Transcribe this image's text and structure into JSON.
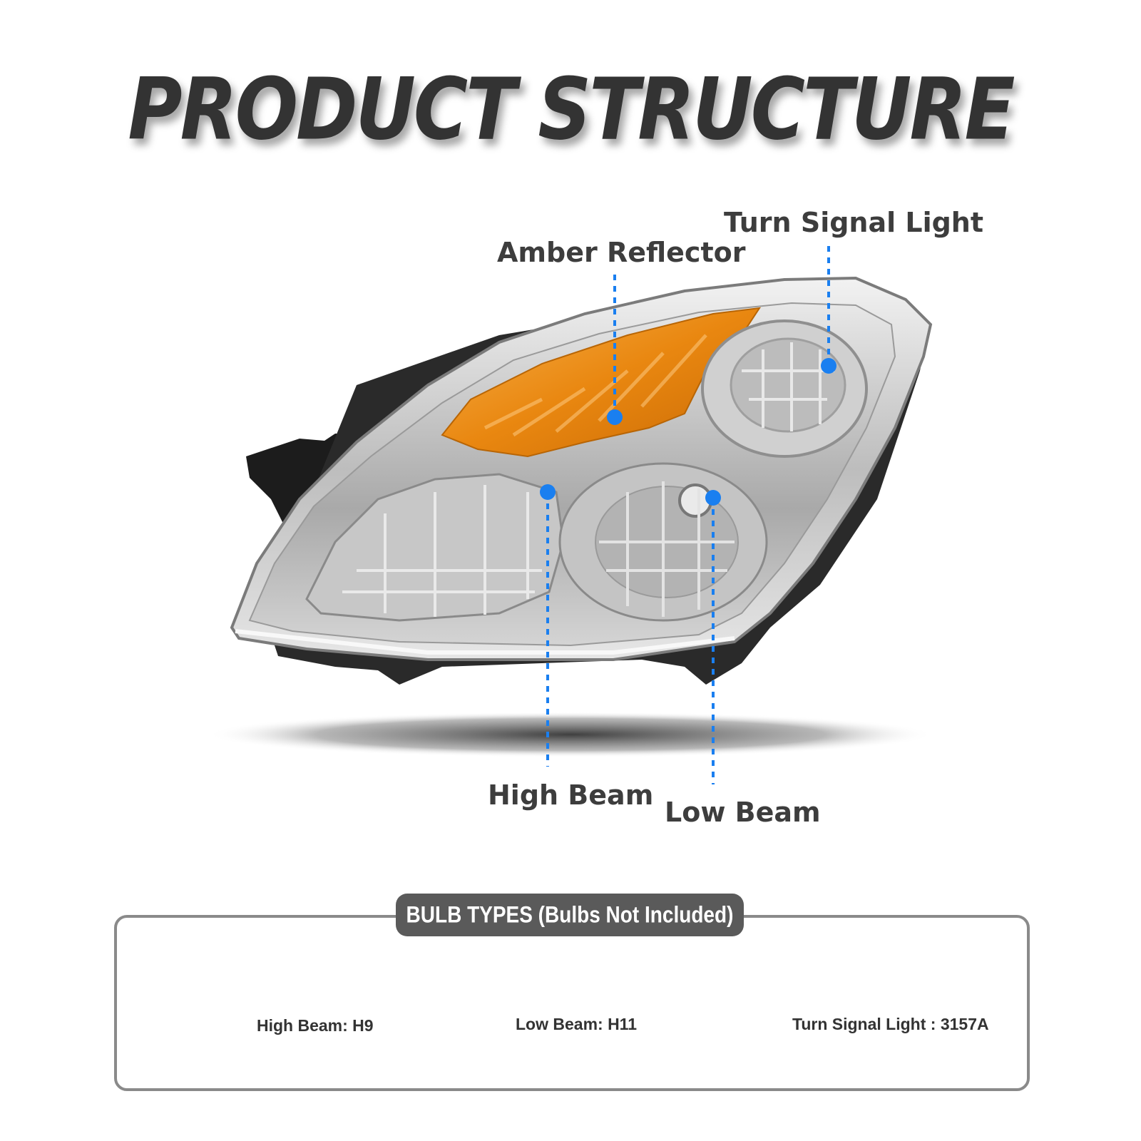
{
  "title": "PRODUCT STRUCTURE",
  "callouts": {
    "turn_signal": "Turn Signal Light",
    "amber_reflector": "Amber Reflector",
    "high_beam": "High Beam",
    "low_beam": "Low Beam"
  },
  "bulb_types": {
    "header": "BULB TYPES (Bulbs Not Included)",
    "items": [
      {
        "label": "High Beam: H9"
      },
      {
        "label": "Low Beam: H11"
      },
      {
        "label": "Turn Signal Light : 3157A"
      }
    ]
  },
  "colors": {
    "title": "#333333",
    "callout_dot": "#1a7ff0",
    "amber": "#f29a1c",
    "box_border": "#8a8a8a",
    "header_bg": "#5a5a5a"
  }
}
